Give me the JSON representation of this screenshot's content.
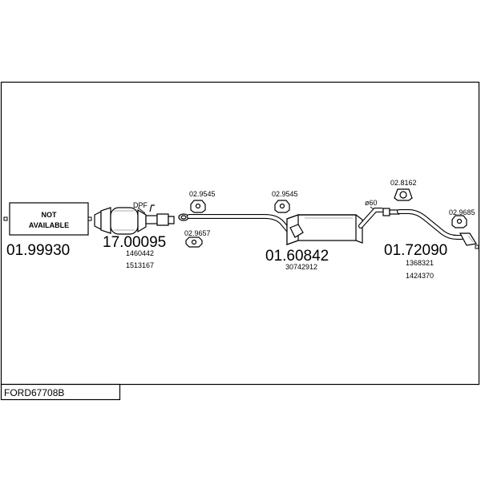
{
  "parts": {
    "front": {
      "code": "01.99930",
      "note_line1": "NOT",
      "note_line2": "AVAILABLE"
    },
    "dpf": {
      "code": "17.00095",
      "label": "DPF",
      "ref1": "1460442",
      "ref2": "1513167"
    },
    "middle": {
      "code": "01.60842",
      "ref1": "30742912"
    },
    "rear": {
      "code": "01.72090",
      "ref1": "1368321",
      "ref2": "1424370"
    }
  },
  "fittings": {
    "hanger1": "02.9545",
    "hanger2": "02.9545",
    "clamp1": "02.9657",
    "hanger3": "02.8162",
    "hanger4": "02.9685",
    "diameter": "ø60"
  },
  "sheet": {
    "id": "FORD67708B"
  },
  "colors": {
    "line": "#000000",
    "pipe_fill": "#ffffff",
    "shade": "#bdbdbd"
  }
}
